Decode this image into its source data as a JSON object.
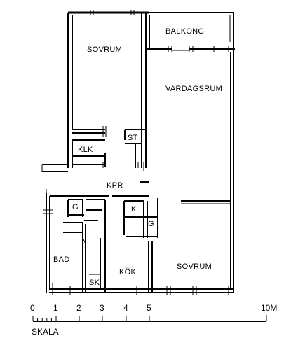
{
  "rooms": {
    "balkong": "BALKONG",
    "sovrum_top": "SOVRUM",
    "vardagsrum": "VARDAGSRUM",
    "st": "ST",
    "klk": "KLK",
    "kpr": "KPR",
    "g_left": "G",
    "k": "K",
    "g_right": "G",
    "bad": "BAD",
    "kok": "KÖK",
    "sovrum_bottom": "SOVRUM",
    "sk": "SK"
  },
  "scale": {
    "title": "SKALA",
    "ticks": [
      "0",
      "1",
      "2",
      "3",
      "4",
      "5"
    ],
    "end": "10M"
  }
}
